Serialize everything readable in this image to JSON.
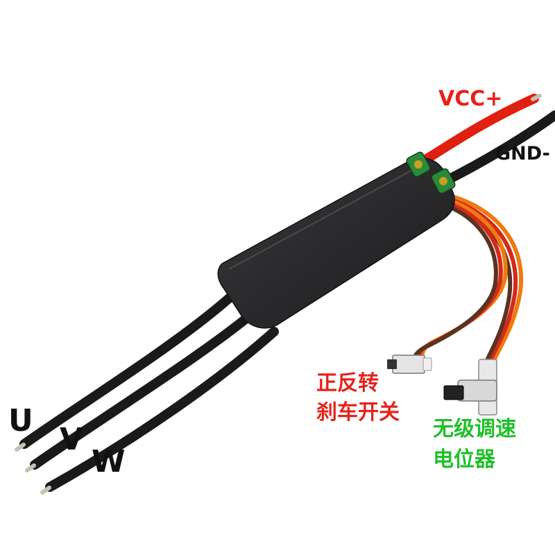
{
  "labels": {
    "vcc": "VCC+",
    "gnd": "GND-",
    "phase_u": "U",
    "phase_v": "V",
    "phase_w": "W",
    "direction_switch_line1": "正反转",
    "direction_switch_line2": "刹车开关",
    "speed_pot_line1": "无级调速",
    "speed_pot_line2": "电位器"
  },
  "colors": {
    "vcc_label": "#e5231b",
    "gnd_label": "#111111",
    "phase_labels": "#111111",
    "switch_label": "#e5231b",
    "pot_label": "#1fbf2a",
    "power_wire_red": "#e02010",
    "wire_black": "#1a1a1a",
    "esc_body": "#2c2c2e",
    "connector_green": "#2a8a3a",
    "servo_wire_orange": "#f07a10",
    "servo_wire_red": "#d42a1a",
    "servo_wire_brown": "#5a3320"
  }
}
